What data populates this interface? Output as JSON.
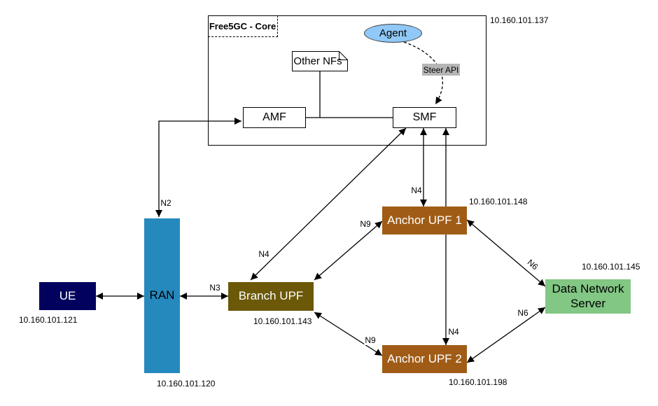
{
  "core": {
    "label": "Free5GC - Core",
    "ip": "10.160.101.137",
    "amf": {
      "label": "AMF"
    },
    "smf": {
      "label": "SMF"
    },
    "other_nfs": {
      "label": "Other NFs"
    },
    "agent": {
      "label": "Agent",
      "fill": "#90c8f7"
    },
    "steer_api": {
      "label": "Steer API",
      "bg": "#b5b5b5"
    }
  },
  "nodes": {
    "ue": {
      "label": "UE",
      "ip": "10.160.101.121",
      "fill": "#02025e"
    },
    "ran": {
      "label": "RAN",
      "ip": "10.160.101.120",
      "fill": "#2589be"
    },
    "branch_upf": {
      "label": "Branch UPF",
      "ip": "10.160.101.143",
      "fill": "#6b5808"
    },
    "anchor_upf_1": {
      "label": "Anchor UPF 1",
      "ip": "10.160.101.148",
      "fill": "#a05c16"
    },
    "anchor_upf_2": {
      "label": "Anchor UPF 2",
      "ip": "10.160.101.198",
      "fill": "#a05c16"
    },
    "data_network_server": {
      "label": "Data Network Server",
      "ip": "10.160.101.145",
      "fill": "#82c784"
    }
  },
  "links": {
    "n2": {
      "label": "N2"
    },
    "n3": {
      "label": "N3"
    },
    "n4_smf_branch_upf": {
      "label": "N4"
    },
    "n4_smf_anchor_upf_1": {
      "label": "N4"
    },
    "n4_smf_anchor_upf_2": {
      "label": "N4"
    },
    "n9_branch_upf_anchor_upf_1": {
      "label": "N9"
    },
    "n9_branch_upf_anchor_upf_2": {
      "label": "N9"
    },
    "n6_anchor_upf_1_dns": {
      "label": "N6"
    },
    "n6_anchor_upf_2_dns": {
      "label": "N6"
    }
  }
}
